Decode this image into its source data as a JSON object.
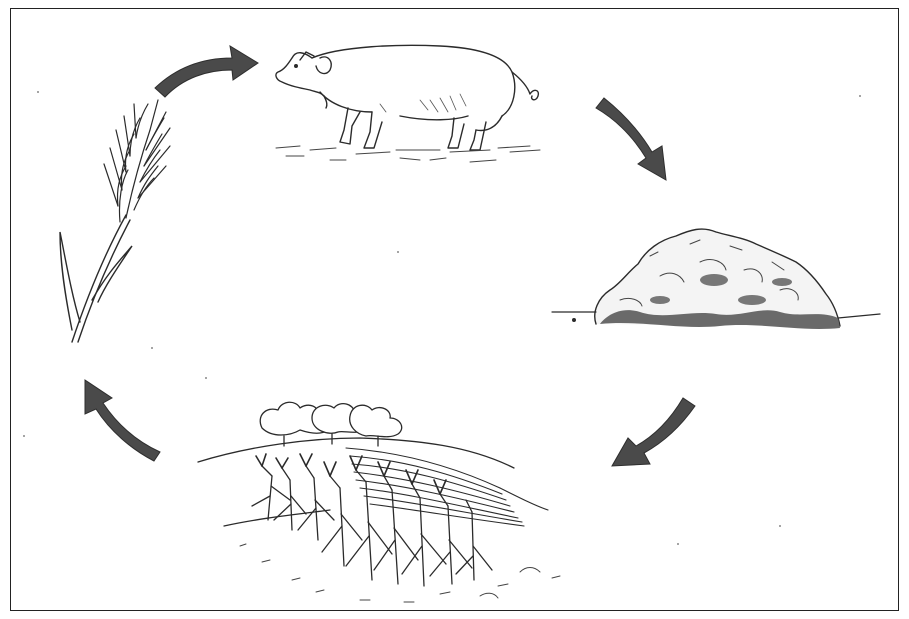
{
  "diagram": {
    "type": "cycle",
    "stages": [
      {
        "id": "wheat",
        "icon": "wheat-stalk-icon"
      },
      {
        "id": "pig",
        "icon": "pig-icon"
      },
      {
        "id": "manure",
        "icon": "manure-pile-icon"
      },
      {
        "id": "field",
        "icon": "crop-field-icon"
      }
    ],
    "arrow_color": "#4a4a4a",
    "line_color": "#2b2b2b"
  }
}
